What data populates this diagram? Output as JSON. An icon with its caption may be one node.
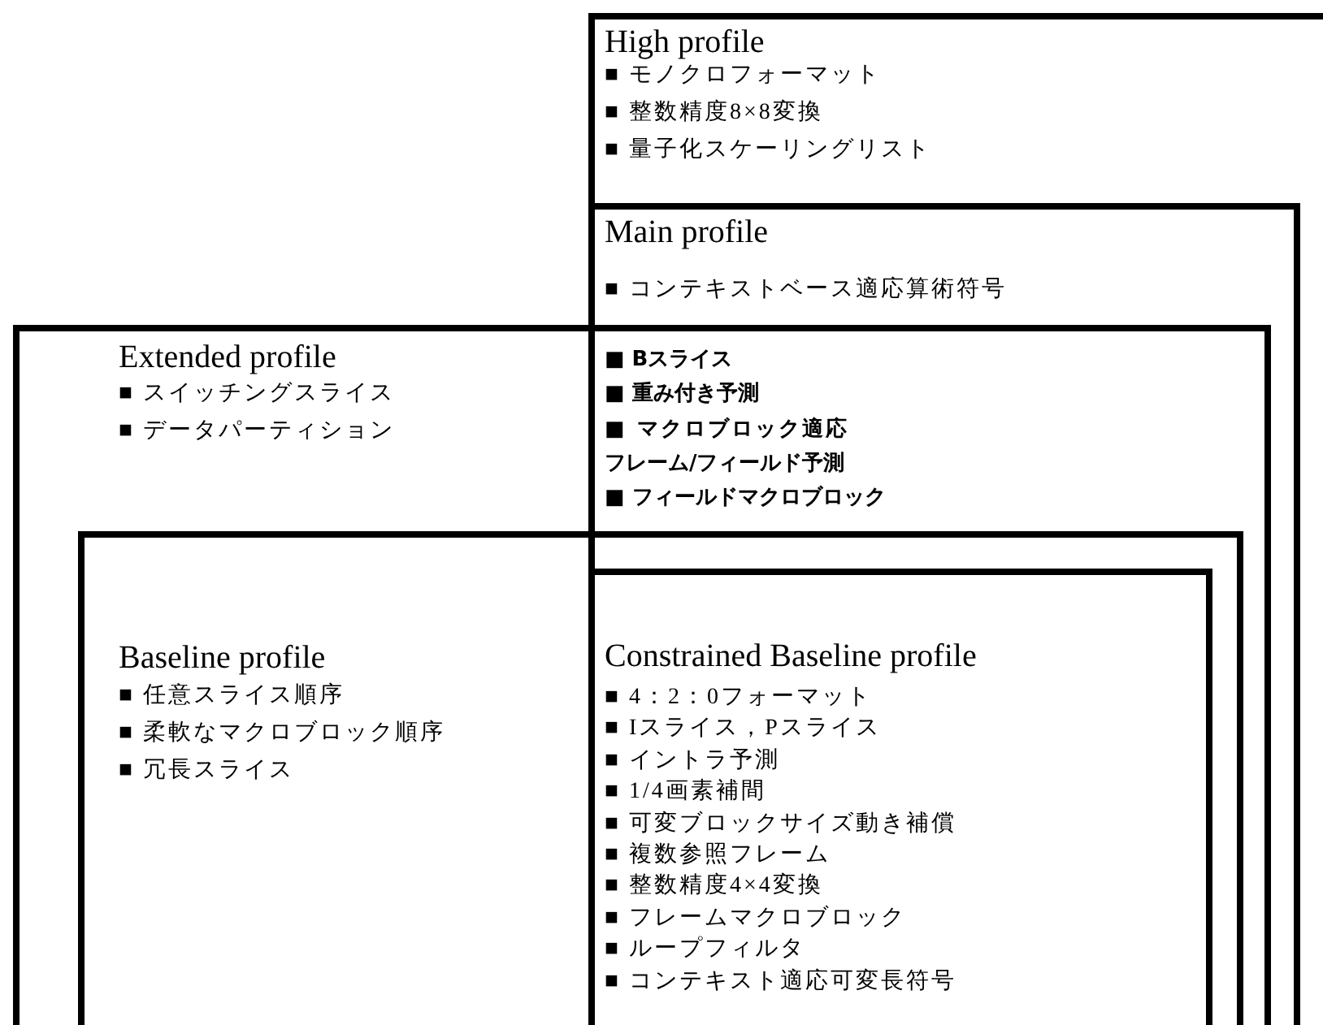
{
  "diagram": {
    "nodes": [
      {
        "text": [
          "High profile",
          "■ モノクロフォーマット",
          "■ 整数精度8×8変換",
          "■ 量子化スケーリングリスト"
        ]
      },
      {
        "text": [
          "Main profile",
          "■ コンテキストベース適応算術符号"
        ],
        "in": 0
      },
      {
        "text": [
          "Extended profile",
          "■ スイッチングスライス",
          "■ データパーティション"
        ]
      },
      {
        "text": [
          "Baseline profile",
          "■ 任意スライス順序",
          "■ 柔軟なマクロブロック順序",
          "■ 冗長スライス"
        ],
        "in": 2
      },
      {
        "text": [
          "Constrained Baseline profile",
          "■ 4：2：0フォーマット",
          "■ Iスライス，Pスライス",
          "■ イントラ予測",
          "■ 1/4画素補間",
          "■ 可変ブロックサイズ動き補償",
          "■ 複数参照フレーム",
          "■ 整数精度4×4変換",
          "■ フレームマクロブロック",
          "■ ループフィルタ",
          "■ コンテキスト適応可変長符号"
        ]
      }
    ],
    "labels": [
      "■ Bスライス",
      "■ 重み付き予測",
      "■ マクロブロック適応フレーム/フィールド予測",
      "■ フィールドマクロブロック"
    ]
  }
}
